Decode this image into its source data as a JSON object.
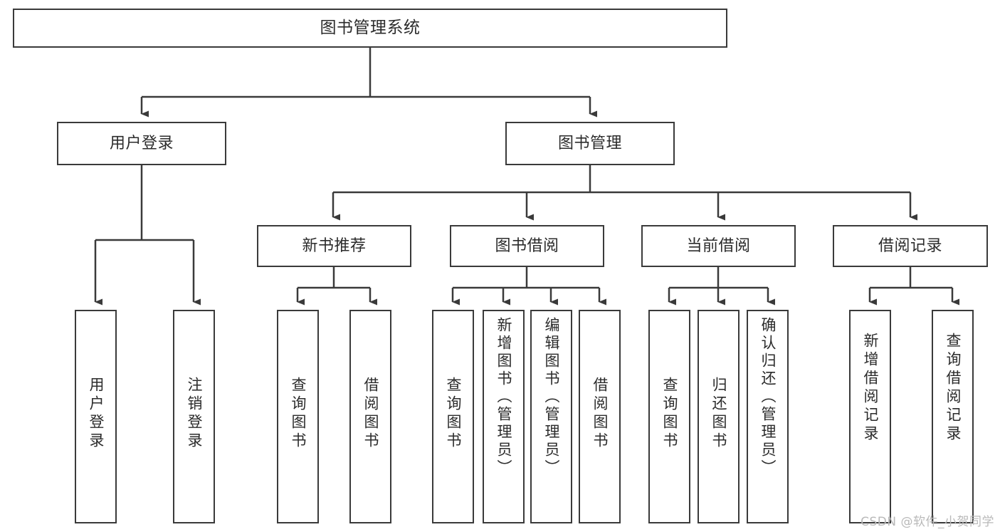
{
  "diagram": {
    "title": "图书管理系统",
    "type": "tree-hierarchy-diagram",
    "stroke_color": "#3a3a3a",
    "fill_color": "#ffffff",
    "text_color": "#2b2b2b",
    "levels": {
      "root": {
        "label": "图书管理系统"
      },
      "level2": [
        {
          "label": "用户登录"
        },
        {
          "label": "图书管理"
        }
      ],
      "level3": [
        {
          "label": "新书推荐"
        },
        {
          "label": "图书借阅"
        },
        {
          "label": "当前借阅"
        },
        {
          "label": "借阅记录"
        }
      ],
      "leaves": {
        "user_login": [
          {
            "label": "用户登录"
          },
          {
            "label": "注销登录"
          }
        ],
        "new_book_recommend": [
          {
            "label": "查询图书"
          },
          {
            "label": "借阅图书"
          }
        ],
        "book_borrow": [
          {
            "label": "查询图书"
          },
          {
            "label": "新增图书（管理员）"
          },
          {
            "label": "编辑图书（管理员）"
          },
          {
            "label": "借阅图书"
          }
        ],
        "current_borrow": [
          {
            "label": "查询图书"
          },
          {
            "label": "归还图书"
          },
          {
            "label": "确认归还（管理员）"
          }
        ],
        "borrow_records": [
          {
            "label": "新增借阅记录"
          },
          {
            "label": "查询借阅记录"
          }
        ]
      }
    }
  },
  "watermark": {
    "text": "CSDN @软件_小贺同学"
  }
}
